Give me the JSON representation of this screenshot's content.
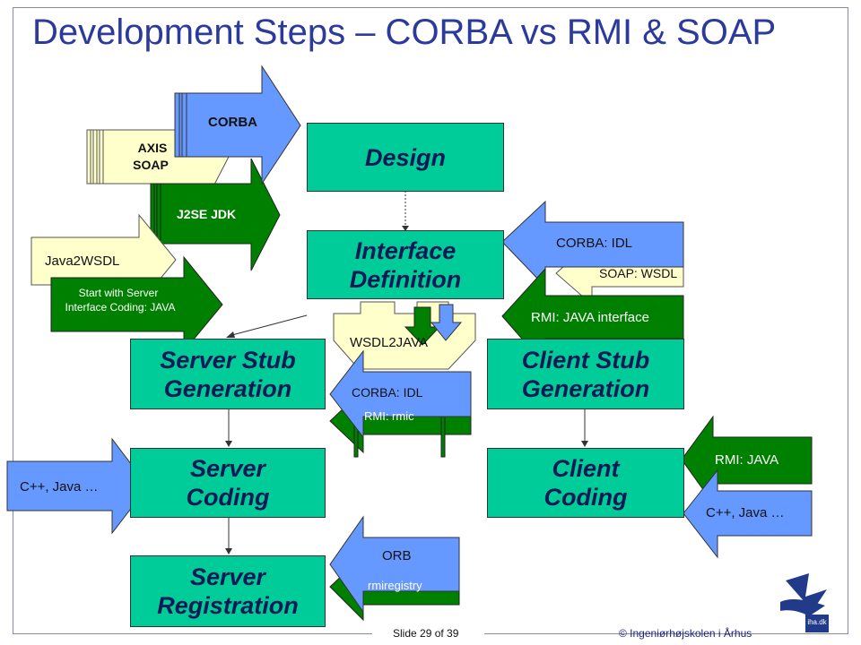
{
  "title": "Development Steps – CORBA vs RMI & SOAP",
  "steps": {
    "design": "Design",
    "interface_line1": "Interface",
    "interface_line2": "Definition",
    "server_stub_line1": "Server Stub",
    "server_stub_line2": "Generation",
    "client_stub_line1": "Client Stub",
    "client_stub_line2": "Generation",
    "server_coding_line1": "Server",
    "server_coding_line2": "Coding",
    "client_coding_line1": "Client",
    "client_coding_line2": "Coding",
    "server_reg_line1": "Server",
    "server_reg_line2": "Registration"
  },
  "callouts": {
    "corba": "CORBA",
    "axis_soap_line1": "AXIS",
    "axis_soap_line2": "SOAP",
    "j2se": "J2SE JDK",
    "java2wsdl": "Java2WSDL",
    "start_server_line1": "Start with Server",
    "start_server_line2": "Interface Coding: JAVA",
    "corba_idl_right": "CORBA: IDL",
    "soap_wsdl": "SOAP: WSDL",
    "rmi_java_interface": "RMI: JAVA interface",
    "wsdl2java": "WSDL2JAVA",
    "corba_idl_mid": "CORBA: IDL",
    "rmic": "RMI: rmic",
    "cpp_java_left": "C++, Java …",
    "rmi_java": "RMI: JAVA",
    "cpp_java_right": "C++, Java …",
    "orb": "ORB",
    "rmiregistry": "rmiregistry"
  },
  "footer": {
    "slide": "Slide 29 of 39",
    "copyright": "© Ingeniørhøjskolen i Århus",
    "logo_text": "iha.dk"
  },
  "colors": {
    "title": "#2b3a9c",
    "step_fill": "#00cc99",
    "blue_arrow": "#6699ff",
    "green_arrow": "#008000",
    "cream_arrow": "#ffffcc",
    "step_text": "#0a1a55"
  }
}
